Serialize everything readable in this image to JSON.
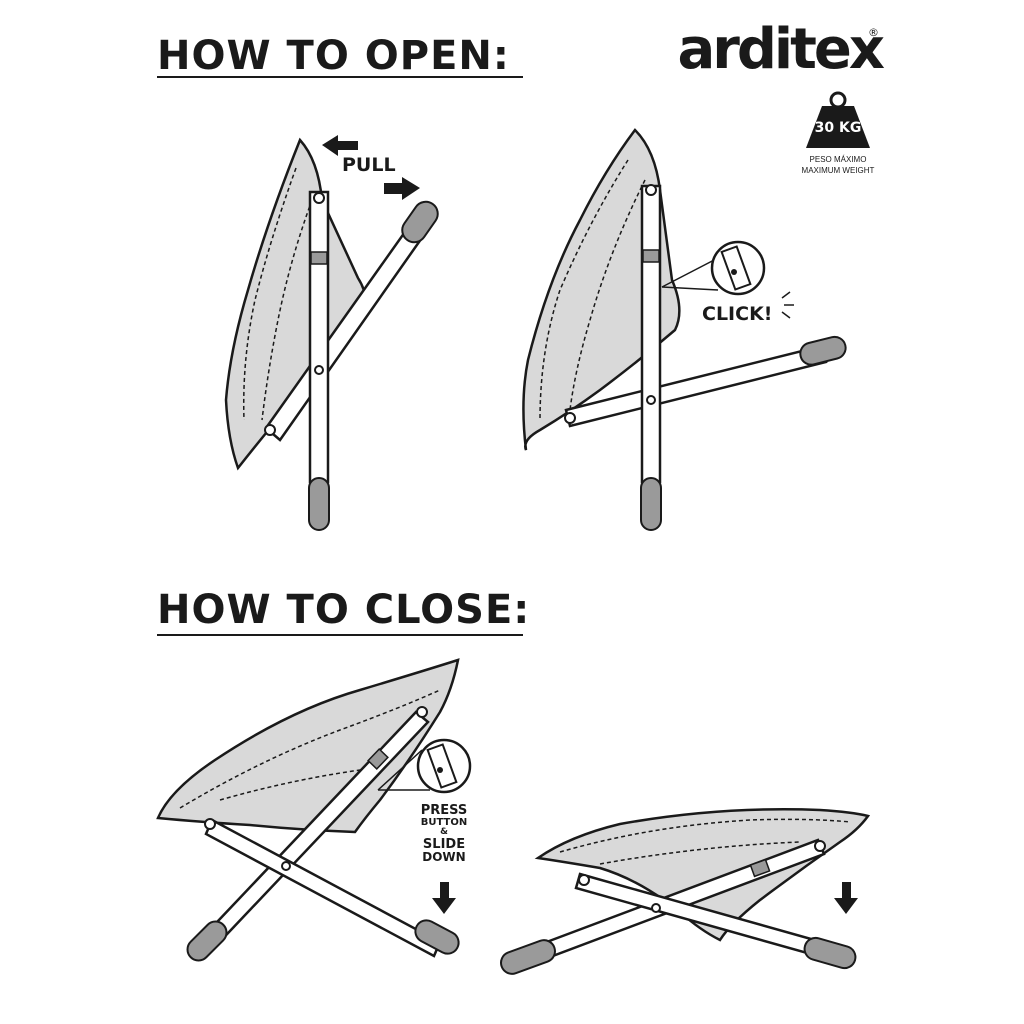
{
  "brand": {
    "name": "arditex",
    "registered": "®"
  },
  "weight_badge": {
    "value": "30 KG",
    "label_es": "PESO MÁXIMO",
    "label_en": "MAXIMUM WEIGHT"
  },
  "sections": {
    "open": {
      "title": "HOW TO OPEN:",
      "pull_label": "PULL",
      "click_label": "CLICK!"
    },
    "close": {
      "title": "HOW TO CLOSE:",
      "press_lines": [
        "PRESS",
        "BUTTON",
        "&",
        "SLIDE",
        "DOWN"
      ]
    }
  },
  "colors": {
    "ink": "#1a1a1a",
    "seat_fill": "#d9d9d9",
    "frame_fill": "#ffffff",
    "foot_fill": "#9a9a9a",
    "arrow": "#1a1a1a"
  },
  "icons": [
    "arrow-left-icon",
    "arrow-right-icon",
    "arrow-down-icon",
    "weight-icon",
    "magnifier-icon",
    "click-burst-icon"
  ]
}
